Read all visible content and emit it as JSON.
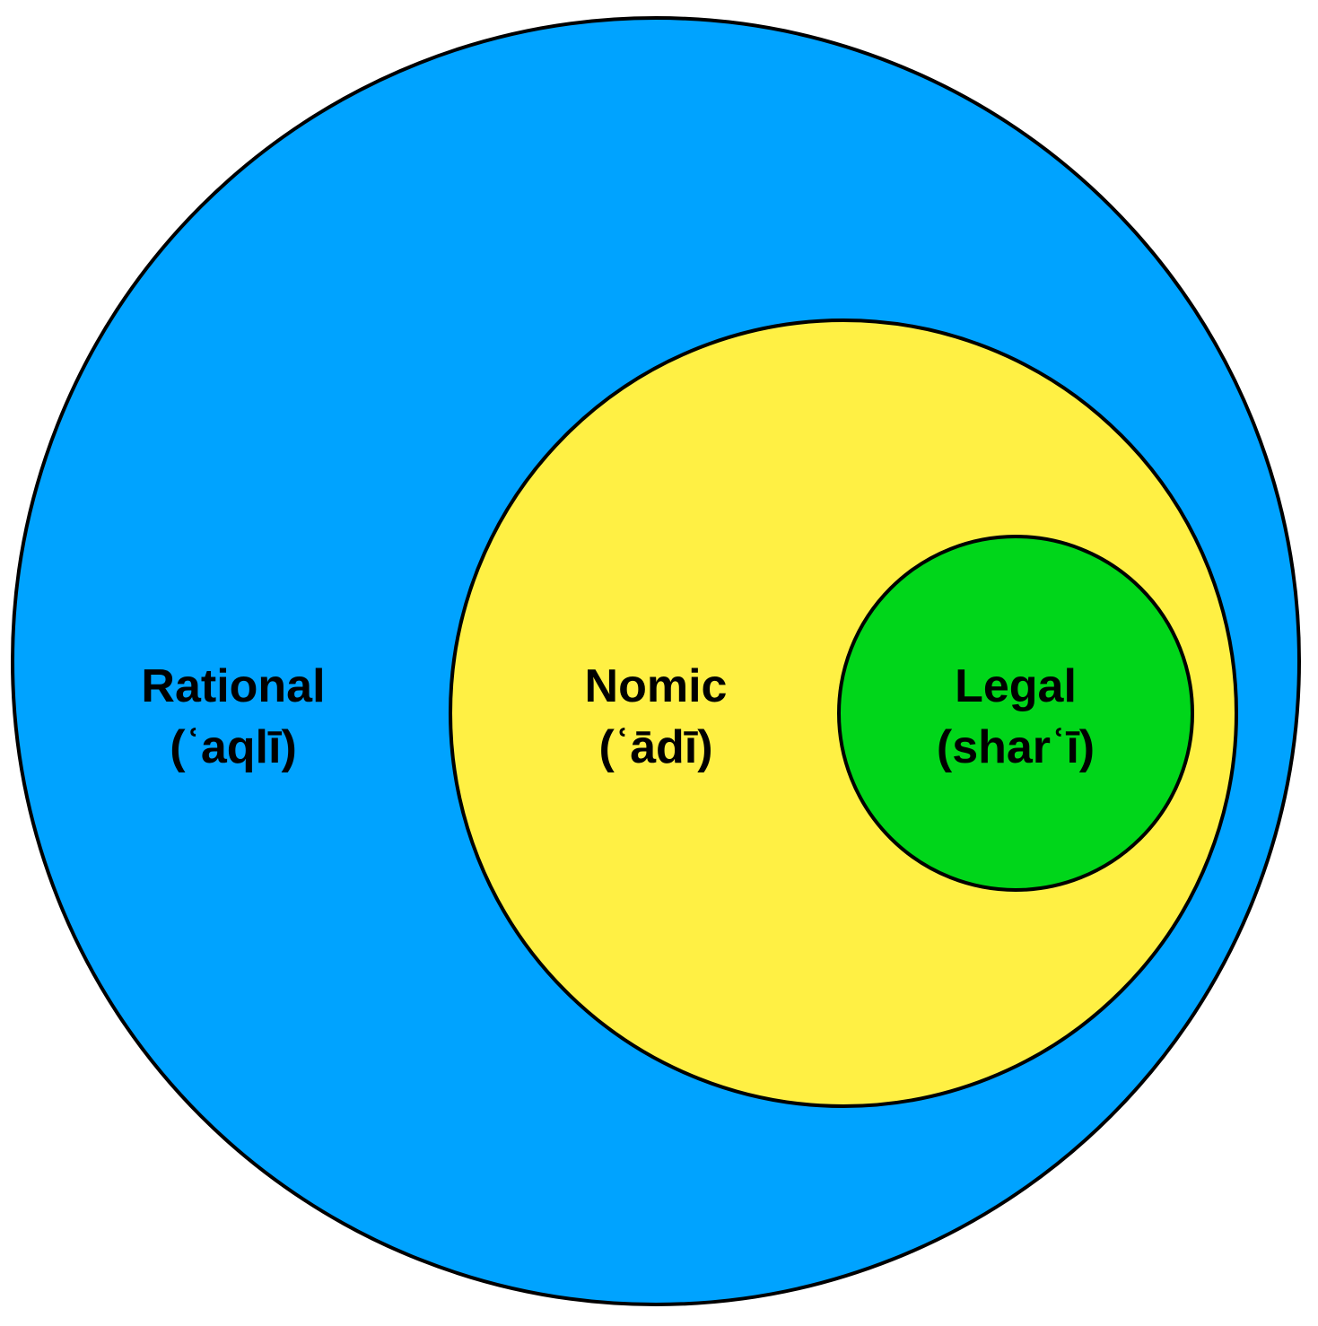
{
  "regions": [
    {
      "id": "rational",
      "label": "Rational",
      "sublabel": "(ʿaqlī)",
      "color": "#00A3FF"
    },
    {
      "id": "nomic",
      "label": "Nomic",
      "sublabel": "(ʿādī)",
      "color": "#FFF044"
    },
    {
      "id": "legal",
      "label": "Legal",
      "sublabel": "(sharʿī)",
      "color": "#00D61A"
    }
  ]
}
